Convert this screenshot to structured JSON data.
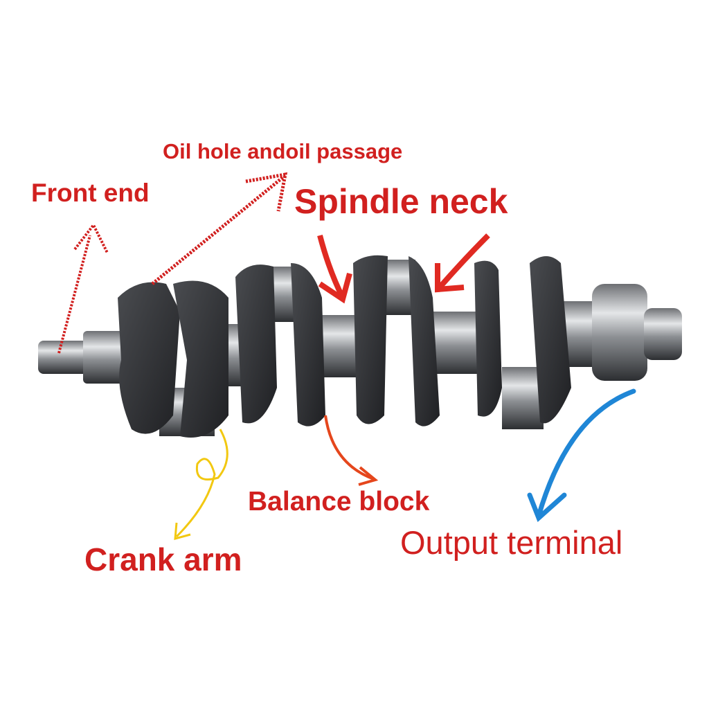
{
  "labels": {
    "oil_hole": "Oil hole andoil passage",
    "front_end": "Front end",
    "spindle_neck": "Spindle neck",
    "balance_block": "Balance block",
    "crank_arm": "Crank arm",
    "output_terminal": "Output terminal"
  },
  "colors": {
    "label_red": "#d1201f",
    "arrow_yellow": "#f2c811",
    "arrow_orange": "#e5461c",
    "arrow_blue": "#1f86d6"
  }
}
